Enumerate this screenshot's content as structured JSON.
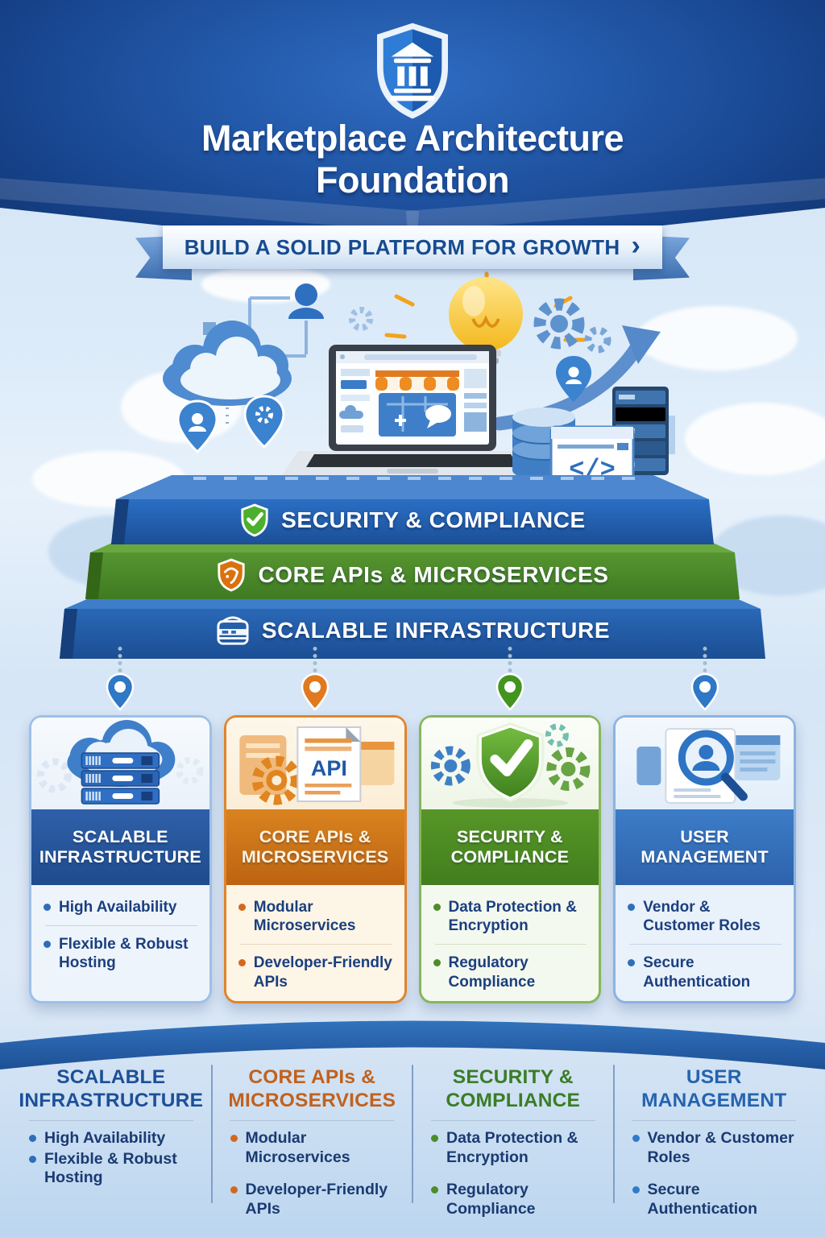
{
  "header": {
    "logo_icon": "bank-shield-icon",
    "title_line1": "Marketplace Architecture",
    "title_line2": "Foundation",
    "banner": {
      "text": "BUILD A SOLID PLATFORM FOR GROWTH",
      "chevron": "›"
    },
    "header_color": "#1e519f"
  },
  "illustration": {
    "code_glyph": "</>"
  },
  "stack_layers": [
    {
      "label": "SECURITY & COMPLIANCE",
      "icon": "shield-check-icon",
      "front_color": "#2264b9",
      "top_color": "#4c87d0"
    },
    {
      "label": "CORE APIs & MICROSERVICES",
      "icon": "shield-badge-icon",
      "front_color": "#4b8c2b",
      "top_color": "#6aa83f"
    },
    {
      "label": "SCALABLE INFRASTRUCTURE",
      "icon": "server-icon",
      "front_color": "#1f5fae",
      "top_color": "#3e7dc9"
    }
  ],
  "cards": [
    {
      "title_line1": "SCALABLE",
      "title_line2": "INFRASTRUCTURE",
      "bullets": [
        "High Availability",
        "Flexible & Robust Hosting"
      ],
      "accent": "#2b5ca6",
      "pin_color": "#2e78c6",
      "icon": "cloud-servers-icon"
    },
    {
      "title_line1": "CORE APIs &",
      "title_line2": "MICROSERVICES",
      "icon_label": "API",
      "bullets": [
        "Modular Microservices",
        "Developer-Friendly APIs"
      ],
      "accent": "#cf7317",
      "pin_color": "#e0791f",
      "icon": "api-document-gear-icon"
    },
    {
      "title_line1": "SECURITY &",
      "title_line2": "COMPLIANCE",
      "bullets": [
        "Data Protection & Encryption",
        "Regulatory Compliance"
      ],
      "accent": "#4e8c27",
      "pin_color": "#43941f",
      "icon": "shield-check-gears-icon"
    },
    {
      "title_line1": "USER",
      "title_line2": "MANAGEMENT",
      "bullets": [
        "Vendor & Customer Roles",
        "Secure Authentication"
      ],
      "accent": "#3877c2",
      "pin_color": "#2e78c6",
      "icon": "profile-magnifier-icon"
    }
  ],
  "summary_columns": [
    {
      "title_line1": "SCALABLE",
      "title_line2": "INFRASTRUCTURE",
      "color": "#1d4f97",
      "bullets": [
        "High Availability",
        "Flexible & Robust Hosting"
      ]
    },
    {
      "title_line1": "CORE APIs &",
      "title_line2": "MICROSERVICES",
      "color": "#c2611c",
      "bullets": [
        "Modular Microservices",
        "Developer-Friendly APIs"
      ]
    },
    {
      "title_line1": "SECURITY &",
      "title_line2": "COMPLIANCE",
      "color": "#3a7d26",
      "bullets": [
        "Data Protection & Encryption",
        "Regulatory Compliance"
      ]
    },
    {
      "title_line1": "USER",
      "title_line2": "MANAGEMENT",
      "color": "#2563ae",
      "bullets": [
        "Vendor & Customer Roles",
        "Secure Authentication"
      ]
    }
  ]
}
